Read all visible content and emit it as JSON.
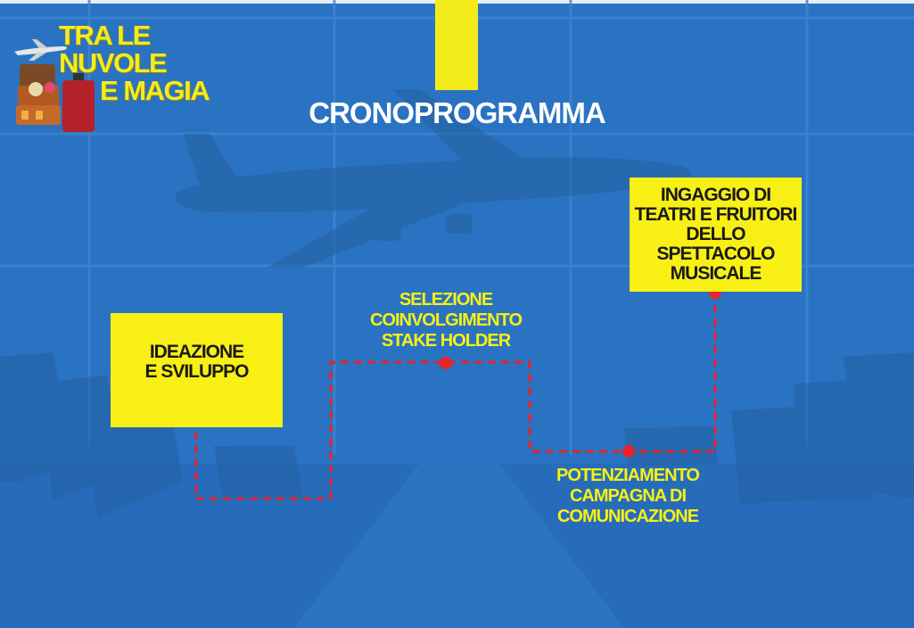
{
  "logo": {
    "lines": [
      "TRA LE",
      "NUVOLE",
      "E MAGIA"
    ]
  },
  "title": "CRONOPROGRAMMA",
  "steps": {
    "ideazione": "IDEAZIONE\nE SVILUPPO",
    "selezione": "SELEZIONE\nCOINVOLGIMENTO\nSTAKE HOLDER",
    "potenziamento": "POTENZIAMENTO\nCAMPAGNA DI\nCOMUNICAZIONE",
    "ingaggio": "INGAGGIO DI\nTEATRI E FRUITORI\nDELLO SPETTACOLO\nMUSICALE"
  },
  "colors": {
    "background": "#2a73c2",
    "accent_yellow": "#f4ec1a",
    "connector_red": "#e8232a",
    "title_white": "#ffffff"
  },
  "icons": [
    "airplane-icon",
    "suitcase-icon"
  ]
}
